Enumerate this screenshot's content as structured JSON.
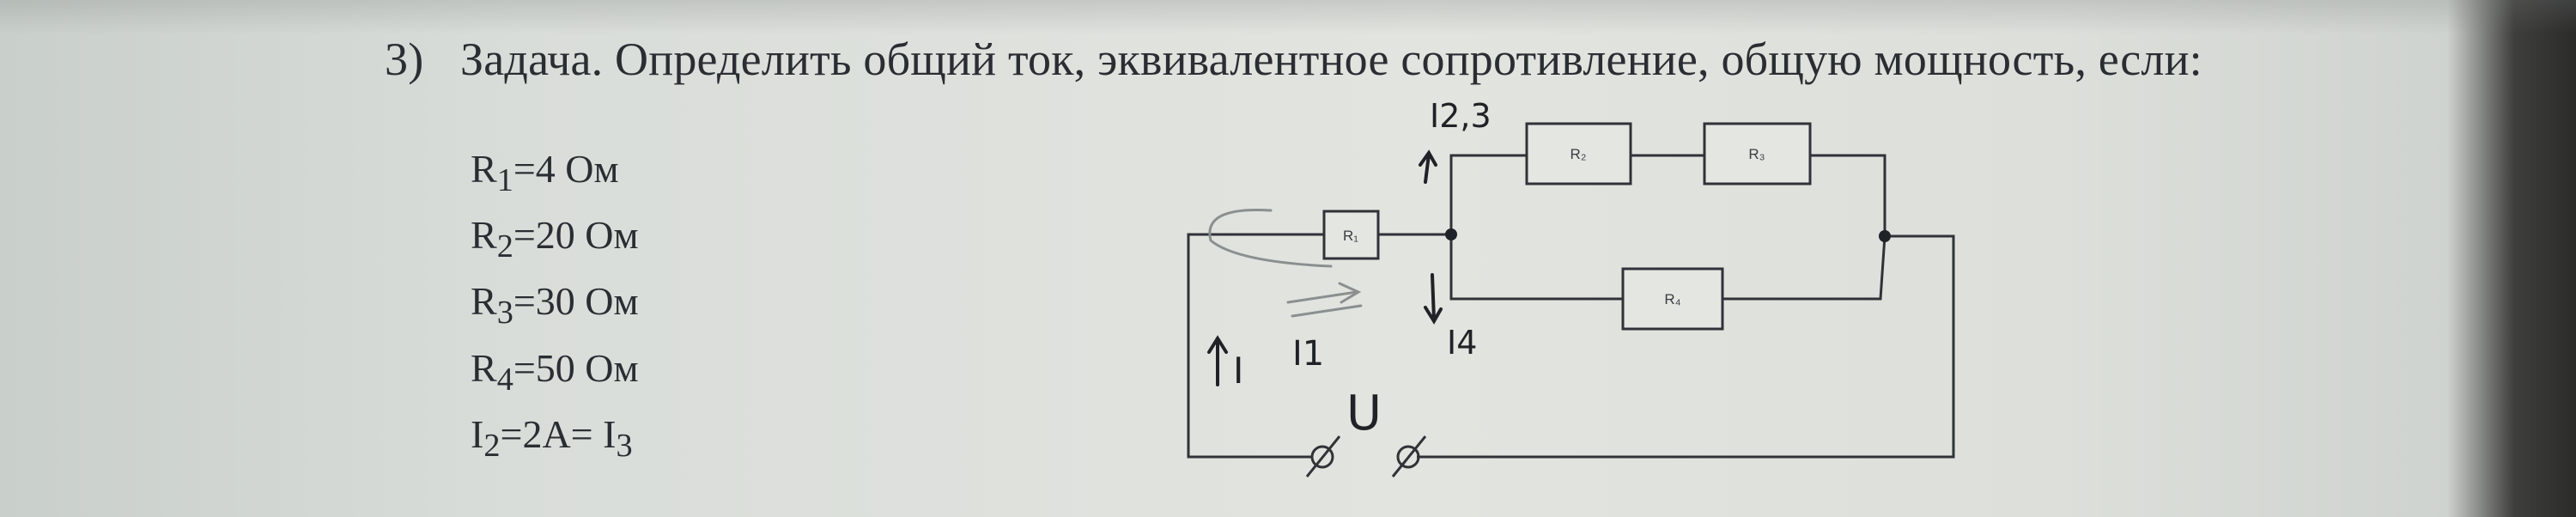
{
  "task": {
    "number": "3)",
    "text": "Задача. Определить общий ток, эквивалентное сопротивление, общую мощность, если:"
  },
  "given": [
    {
      "sym": "R",
      "sub": "1",
      "rest": "=4 Ом"
    },
    {
      "sym": "R",
      "sub": "2",
      "rest": "=20 Ом"
    },
    {
      "sym": "R",
      "sub": "3",
      "rest": "=30 Ом"
    },
    {
      "sym": "R",
      "sub": "4",
      "rest": "=50 Ом"
    },
    {
      "sym": "I",
      "sub": "2",
      "rest": "=2A= I",
      "sub2": "3"
    }
  ],
  "circuit": {
    "r1": "R₁",
    "r2": "R₂",
    "r3": "R₃",
    "r4": "R₄"
  },
  "annotations": {
    "i23": "I2,3",
    "i4": "I4",
    "i_total": "I",
    "i1": "I1",
    "u": "U"
  }
}
